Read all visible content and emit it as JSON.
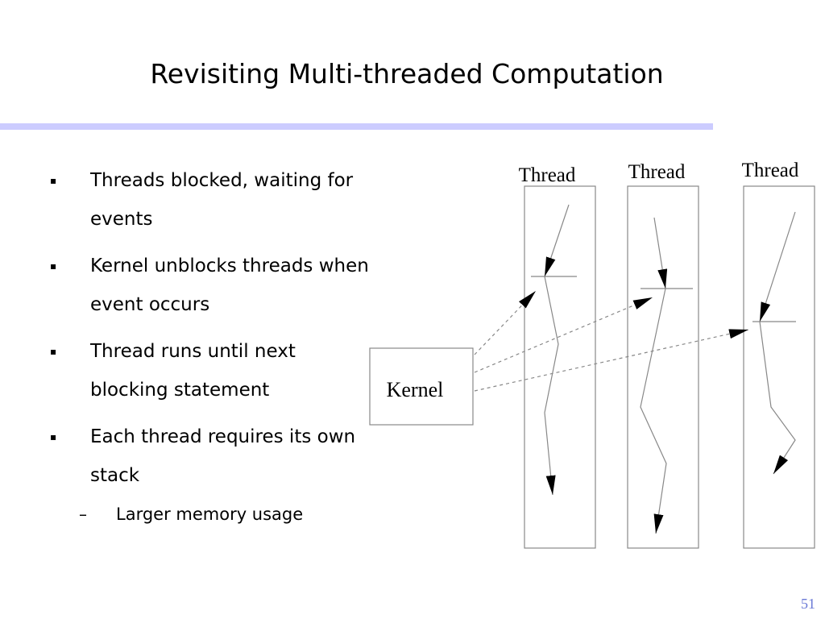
{
  "slide": {
    "title": "Revisiting Multi-threaded Computation",
    "bullets": [
      "Threads blocked, waiting for events",
      "Kernel unblocks threads when event occurs",
      "Thread runs until next blocking statement",
      "Each thread requires its own stack"
    ],
    "sub_bullets": [
      "Larger memory usage"
    ],
    "bullet_marker": "▪",
    "sub_marker": "–",
    "page_number": "51"
  },
  "diagram": {
    "thread_labels": [
      "Thread",
      "Thread",
      "Thread"
    ],
    "kernel_label": "Kernel"
  },
  "colors": {
    "rule": "#ccccff",
    "page_number": "#6a79d6",
    "lines": "#888888"
  }
}
